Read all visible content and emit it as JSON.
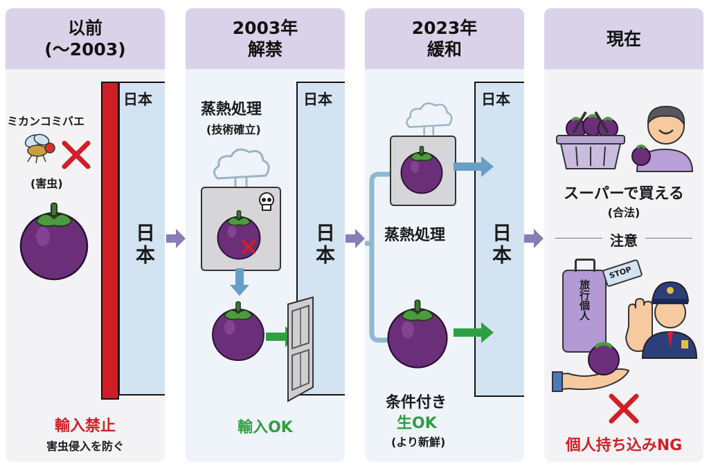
{
  "colors": {
    "header_bg": "#d9d2e8",
    "panel_bg": "#f3f3f6",
    "panel_bg_blue": "#eef4f9",
    "japan_fill": "#d4e3f2",
    "wall_red": "#cf1f26",
    "red_text": "#d21f26",
    "green_text": "#2e9f3f",
    "arrow_purple": "#8a7cb5",
    "arrow_blue": "#6a9ec4",
    "arrow_green": "#2ea043",
    "mangosteen": "#6b2f7a"
  },
  "panels": [
    {
      "title_line1": "以前",
      "title_line2": "(〜2003)",
      "japan_label_small": "日本",
      "japan_label_big": "日本",
      "pest_label": "ミカンコミバエ",
      "pest_note": "(害虫)",
      "status": "輸入禁止",
      "status_note": "害虫侵入を防ぐ"
    },
    {
      "title_line1": "2003年",
      "title_line2": "解禁",
      "japan_label_small": "日本",
      "japan_label_big": "日本",
      "process_label": "蒸熱処理",
      "process_note": "(技術確立)",
      "status": "輸入OK"
    },
    {
      "title_line1": "2023年",
      "title_line2": "緩和",
      "japan_label_small": "日本",
      "japan_label_big": "日本",
      "process_label": "蒸熱処理",
      "condition_label": "条件付き",
      "status": "生OK",
      "status_note": "(より新鮮)"
    },
    {
      "title_line1": "現在",
      "supermarket_label": "スーパーで買える",
      "supermarket_note": "(合法)",
      "caution_label": "注意",
      "suitcase_text": "旅行個人",
      "tag_text": "STOP",
      "status": "個人持ち込みNG"
    }
  ],
  "icons": [
    "fruit-fly-icon",
    "x-mark-icon",
    "mangosteen-icon",
    "steam-icon",
    "skull-icon",
    "door-icon",
    "basket-icon",
    "person-icon",
    "suitcase-icon",
    "stop-hand-icon",
    "police-officer-icon",
    "hand-icon"
  ]
}
